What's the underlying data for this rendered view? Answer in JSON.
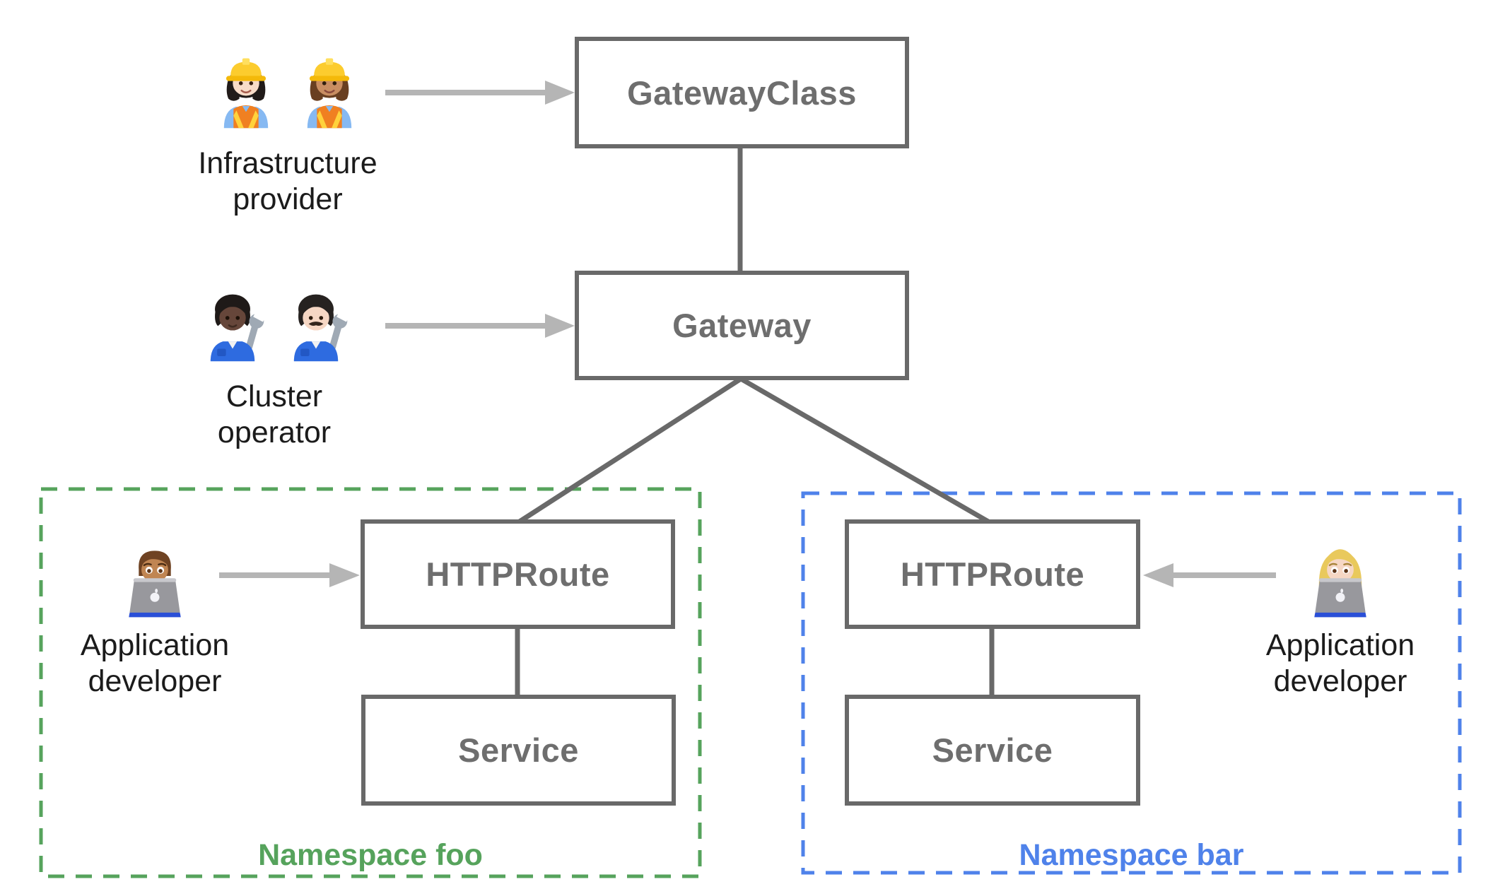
{
  "nodes": {
    "gateway_class": "GatewayClass",
    "gateway": "Gateway",
    "httproute_foo": "HTTPRoute",
    "service_foo": "Service",
    "httproute_bar": "HTTPRoute",
    "service_bar": "Service"
  },
  "personas": {
    "infrastructure_provider": {
      "label": "Infrastructure provider",
      "emoji": "👷🏻‍♀️👷🏽‍♀️",
      "icons": [
        "woman-construction-worker-light-skin-icon",
        "woman-construction-worker-medium-skin-icon"
      ]
    },
    "cluster_operator": {
      "label": "Cluster operator",
      "emoji": "🧑🏿‍🔧👨🏻‍🔧",
      "icons": [
        "person-mechanic-dark-skin-icon",
        "man-mechanic-light-skin-icon"
      ]
    },
    "app_developer_foo": {
      "label": "Application developer",
      "emoji": "👨🏽‍💻",
      "icons": [
        "man-technologist-icon"
      ]
    },
    "app_developer_bar": {
      "label": "Application developer",
      "emoji": "👩🏼‍💻",
      "icons": [
        "woman-technologist-icon"
      ]
    }
  },
  "namespaces": {
    "foo": {
      "label": "Namespace foo",
      "color": "#56a35c"
    },
    "bar": {
      "label": "Namespace bar",
      "color": "#4f82ea"
    }
  },
  "colors": {
    "node_border": "#696969",
    "node_text": "#6e6e6e",
    "connector_line": "#696969",
    "persona_arrow": "#b5b5b5",
    "persona_text": "#1b1b1b",
    "background": "#ffffff"
  }
}
